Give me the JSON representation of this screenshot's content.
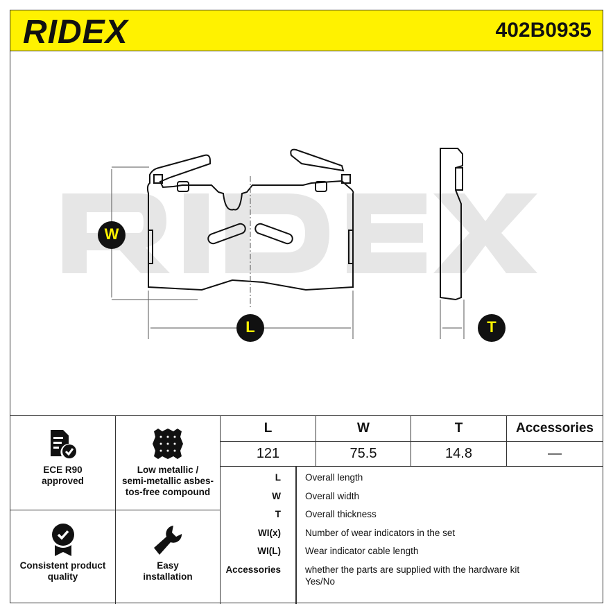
{
  "header": {
    "brand": "RIDEX",
    "part_number": "402B0935",
    "accent_color": "#fff200"
  },
  "drawing": {
    "watermark": "RIDEX",
    "dimension_labels": {
      "width": "W",
      "length": "L",
      "thickness": "T"
    }
  },
  "features": [
    {
      "icon": "document-check-icon",
      "label_lines": [
        "ECE R90",
        "approved"
      ]
    },
    {
      "icon": "compound-pattern-icon",
      "label_lines": [
        "Low metallic /",
        "semi-metallic asbes-",
        "tos-free compound"
      ]
    },
    {
      "icon": "quality-badge-icon",
      "label_lines": [
        "Consistent product",
        "quality"
      ]
    },
    {
      "icon": "wrench-icon",
      "label_lines": [
        "Easy",
        "installation"
      ]
    }
  ],
  "spec_table": {
    "headers": [
      "L",
      "W",
      "T",
      "Accessories"
    ],
    "values": [
      "121",
      "75.5",
      "14.8",
      "—"
    ]
  },
  "legend": [
    {
      "key": "L",
      "desc": "Overall length"
    },
    {
      "key": "W",
      "desc": "Overall width"
    },
    {
      "key": "T",
      "desc": "Overall thickness"
    },
    {
      "key": "WI(x)",
      "desc": "Number of wear indicators in the set"
    },
    {
      "key": "WI(L)",
      "desc": "Wear indicator cable length"
    },
    {
      "key": "Accessories",
      "desc": "whether the parts are supplied with the hardware kit",
      "desc2": "Yes/No"
    }
  ]
}
